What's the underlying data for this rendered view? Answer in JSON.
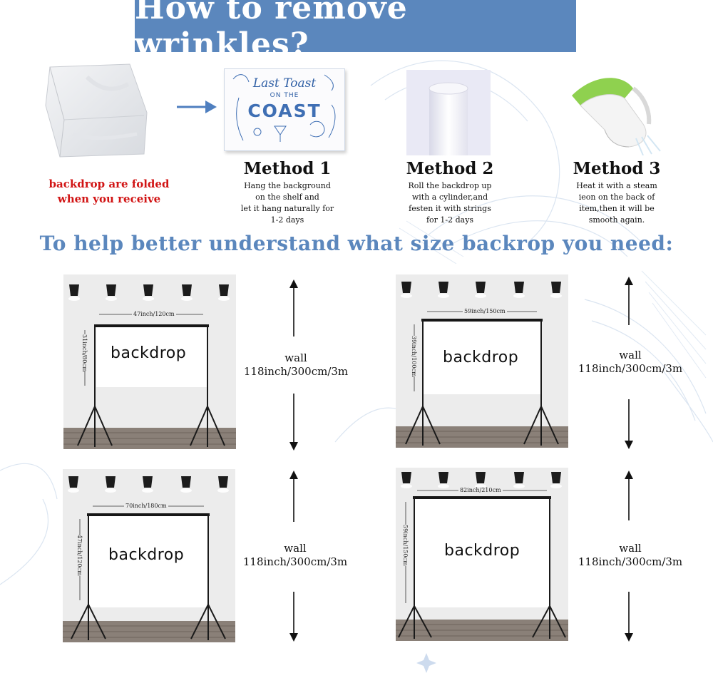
{
  "title": "How to remove wrinkles?",
  "folded_caption": {
    "line1": "backdrop are folded",
    "line2": "when you receive"
  },
  "poster": {
    "line1": "Last Toast",
    "line2": "ON THE",
    "line3": "COAST"
  },
  "methods": [
    {
      "title": "Method 1",
      "lines": [
        "Hang the background",
        "on the shelf and",
        "let it hang naturally for",
        "1-2 days"
      ]
    },
    {
      "title": "Method 2",
      "lines": [
        "Roll the backdrop up",
        "with a cylinder,and",
        "festen it with strings",
        "for 1-2 days"
      ]
    },
    {
      "title": "Method 3",
      "lines": [
        "Heat it with a steam",
        "ieon on the back of",
        "item,then it will be",
        "smooth again."
      ]
    }
  ],
  "subtitle": "To help better understand what size backrop you need:",
  "scenes": [
    {
      "cloth_label": "backdrop",
      "width_label": "47inch/120cm",
      "height_label": "31inch/80cm",
      "wall_label": "wall",
      "wall_size": "118inch/300cm/3m"
    },
    {
      "cloth_label": "backdrop",
      "width_label": "59inch/150cm",
      "height_label": "39inch/100cm",
      "wall_label": "wall",
      "wall_size": "118inch/300cm/3m"
    },
    {
      "cloth_label": "backdrop",
      "width_label": "70inch/180cm",
      "height_label": "47inch/120cm",
      "wall_label": "wall",
      "wall_size": "118inch/300cm/3m"
    },
    {
      "cloth_label": "backdrop",
      "width_label": "82inch/210cm",
      "height_label": "59inch/150cm",
      "wall_label": "wall",
      "wall_size": "118inch/300cm/3m"
    }
  ],
  "colors": {
    "banner": "#5b87bd",
    "subtitle": "#5b87bd",
    "caption_red": "#d11414"
  }
}
